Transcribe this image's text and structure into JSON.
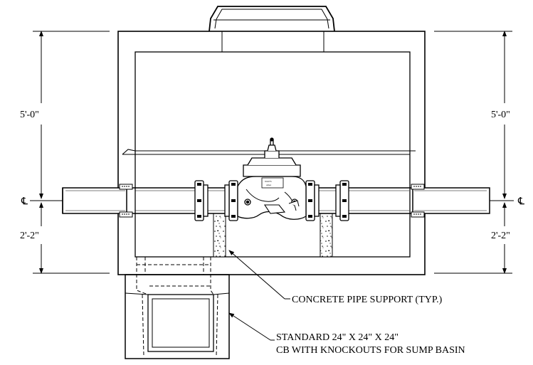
{
  "dimensions": {
    "upper_left": "5'-0\"",
    "upper_right": "5'-0\"",
    "lower_left": "2'-2\"",
    "lower_right": "2'-2\"",
    "centerline_left": "℄",
    "centerline_right": "℄"
  },
  "callouts": {
    "pipe_support": "CONCRETE PIPE SUPPORT (TYP.)",
    "sump_line1": "STANDARD 24\" X 24\" X 24\"",
    "sump_line2": "CB WITH KNOCKOUTS FOR SUMP BASIN"
  },
  "valve_nameplate": {
    "line1": "WATTS",
    "line2": "Ames"
  }
}
